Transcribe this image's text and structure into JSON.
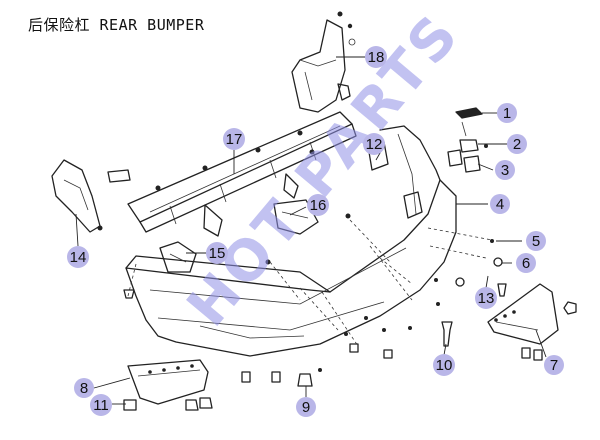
{
  "title": "后保险杠 REAR BUMPER",
  "watermark": "HOT PARTS",
  "callouts": [
    {
      "id": "callout-1",
      "label": "1"
    },
    {
      "id": "callout-2",
      "label": "2"
    },
    {
      "id": "callout-3",
      "label": "3"
    },
    {
      "id": "callout-4",
      "label": "4"
    },
    {
      "id": "callout-5",
      "label": "5"
    },
    {
      "id": "callout-6",
      "label": "6"
    },
    {
      "id": "callout-7",
      "label": "7"
    },
    {
      "id": "callout-8",
      "label": "8"
    },
    {
      "id": "callout-9",
      "label": "9"
    },
    {
      "id": "callout-10",
      "label": "10"
    },
    {
      "id": "callout-11",
      "label": "11"
    },
    {
      "id": "callout-12",
      "label": "12"
    },
    {
      "id": "callout-13",
      "label": "13"
    },
    {
      "id": "callout-14",
      "label": "14"
    },
    {
      "id": "callout-15",
      "label": "15"
    },
    {
      "id": "callout-16",
      "label": "16"
    },
    {
      "id": "callout-17",
      "label": "17"
    },
    {
      "id": "callout-18",
      "label": "18"
    }
  ]
}
